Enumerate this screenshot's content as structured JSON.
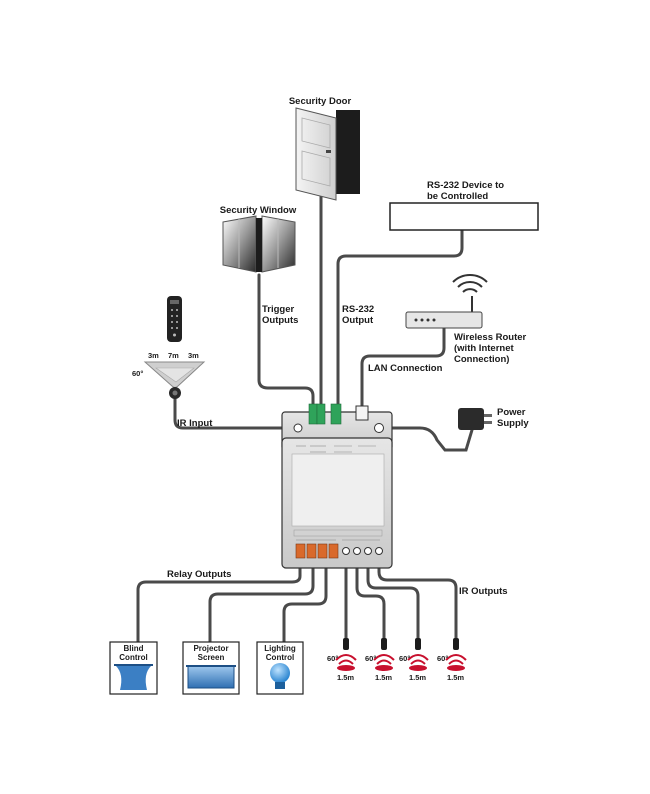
{
  "labels": {
    "security_door": "Security Door",
    "security_window": "Security Window",
    "rs232_device_line1": "RS-232 Device to",
    "rs232_device_line2": "be Controlled",
    "trigger_outputs_line1": "Trigger",
    "trigger_outputs_line2": "Outputs",
    "rs232_output_line1": "RS-232",
    "rs232_output_line2": "Output",
    "router_line1": "Wireless Router",
    "router_line2": "(with Internet",
    "router_line3": "Connection)",
    "lan_connection": "LAN Connection",
    "ir_input": "IR Input",
    "power_supply_line1": "Power",
    "power_supply_line2": "Supply",
    "relay_outputs": "Relay Outputs",
    "ir_outputs": "IR Outputs",
    "blind_control_line1": "Blind",
    "blind_control_line2": "Control",
    "projector_screen_line1": "Projector",
    "projector_screen_line2": "Screen",
    "lighting_control_line1": "Lighting",
    "lighting_control_line2": "Control",
    "ir_range_left": "3m",
    "ir_range_mid": "7m",
    "ir_range_right": "3m",
    "ir_angle": "60°",
    "emitter_angle": "60°",
    "emitter_range": "1.5m"
  },
  "colors": {
    "cable": "#4a4a4a",
    "device_body": "#d9d9d9",
    "device_border": "#333333",
    "terminal_green": "#2fa35a",
    "terminal_orange": "#d9692b",
    "emitter_red": "#c8102e",
    "bulb_blue": "#2f8fd6",
    "blind_blue": "#3b7fc4"
  },
  "icons": [
    "security-door-icon",
    "security-window-icon",
    "remote-control-icon",
    "ir-sensor-icon",
    "wifi-router-icon",
    "power-adapter-icon",
    "blind-icon",
    "projector-screen-icon",
    "light-bulb-icon",
    "ir-emitter-icon"
  ]
}
